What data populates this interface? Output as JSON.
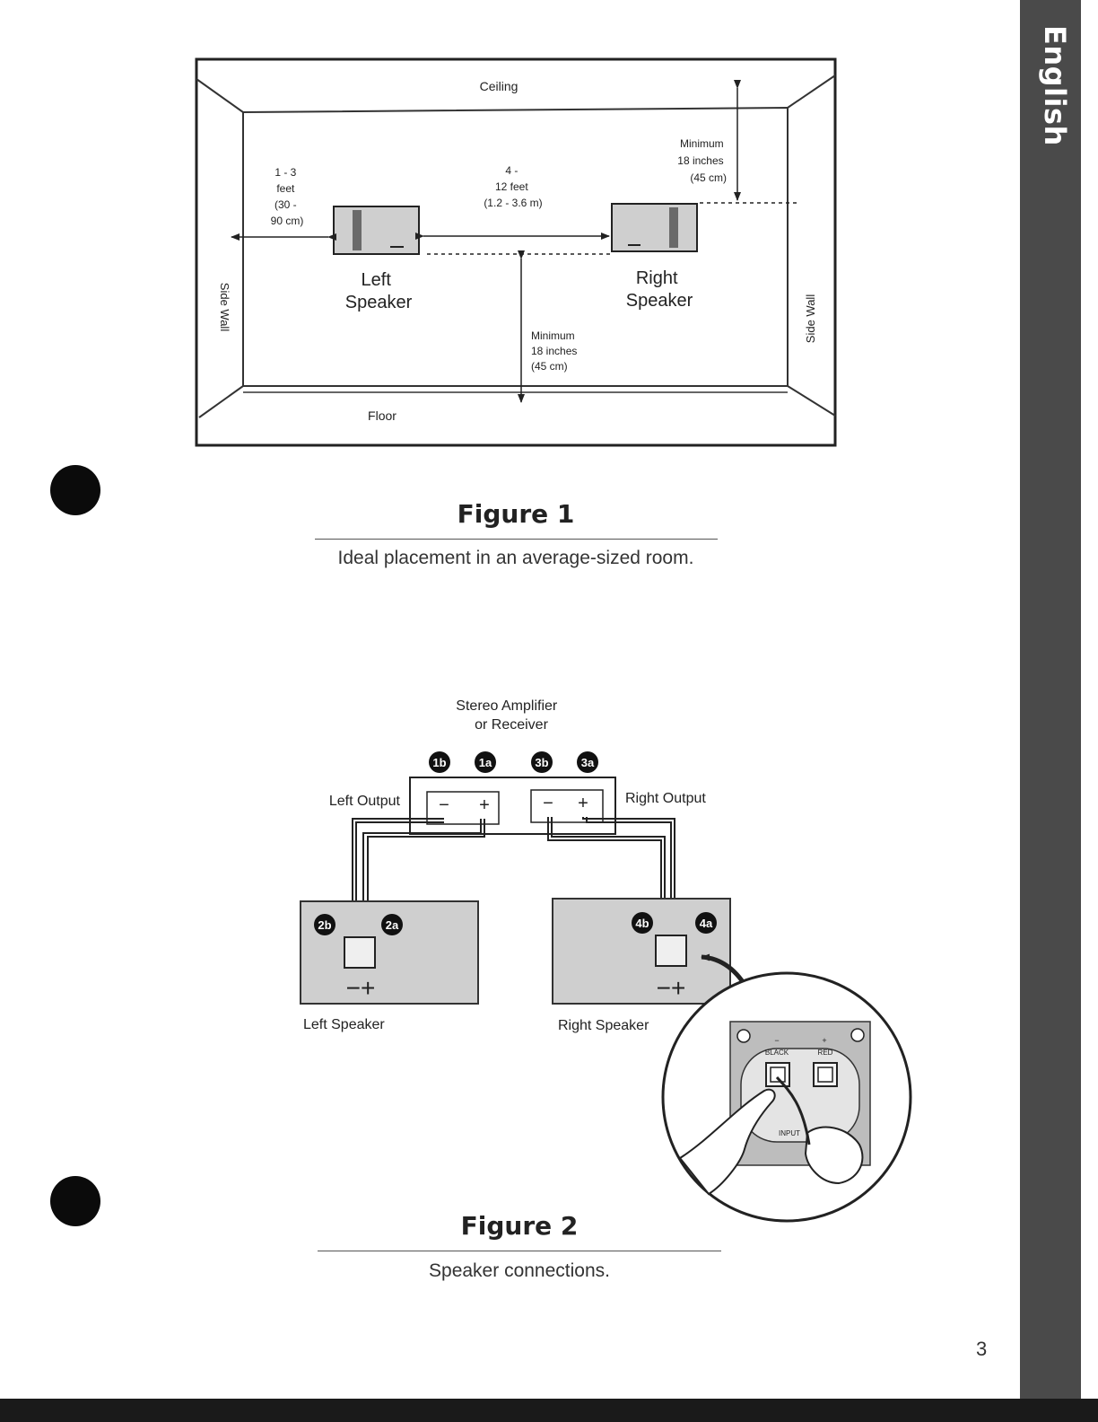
{
  "side_tab": {
    "label": "English"
  },
  "figure1": {
    "labels": {
      "ceiling": "Ceiling",
      "floor": "Floor",
      "side_wall_left": "Side Wall",
      "side_wall_right": "Side Wall",
      "side_distance": [
        "1 - 3",
        "feet",
        "(30 -",
        "90 cm)"
      ],
      "between_distance": [
        "4 -",
        "12 feet",
        "(1.2 - 3.6 m)"
      ],
      "ceiling_min": [
        "Minimum",
        "18 inches",
        "(45 cm)"
      ],
      "floor_min": [
        "Minimum",
        "18 inches",
        "(45 cm)"
      ],
      "left_speaker": [
        "Left",
        "Speaker"
      ],
      "right_speaker": [
        "Right",
        "Speaker"
      ]
    },
    "title": "Figure 1",
    "caption": "Ideal placement in an average-sized room."
  },
  "figure2": {
    "labels": {
      "amplifier": [
        "Stereo Amplifier",
        "or Receiver"
      ],
      "left_output": "Left Output",
      "right_output": "Right Output",
      "left_speaker": "Left Speaker",
      "right_speaker": "Right Speaker",
      "callout_1b": "1b",
      "callout_1a": "1a",
      "callout_3b": "3b",
      "callout_3a": "3a",
      "callout_2b": "2b",
      "callout_2a": "2a",
      "callout_4b": "4b",
      "callout_4a": "4a",
      "terminal_minus": "−",
      "terminal_plus": "+",
      "speaker_polarity": "−+",
      "inset_black": "BLACK",
      "inset_red": "RED",
      "inset_minus": "−",
      "inset_plus": "+",
      "inset_input": "INPUT"
    },
    "title": "Figure 2",
    "caption": "Speaker connections."
  },
  "page_number": "3"
}
